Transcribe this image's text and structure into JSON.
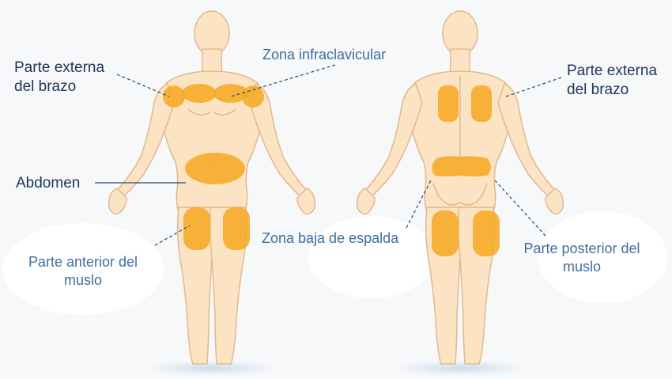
{
  "colors": {
    "background": "#f6f8fa",
    "skin": "#fbe3c4",
    "skin_outline": "#e2b98c",
    "zone": "#f6a821",
    "label_dark": "#1d3557",
    "label_blue": "#3f6e9e",
    "leader": "#2c4a6e"
  },
  "figures": {
    "front": {
      "view": "front",
      "icon": "female-body-front-icon"
    },
    "back": {
      "view": "back",
      "icon": "female-body-back-icon"
    }
  },
  "labels": {
    "front_arm": {
      "line1": "Parte externa",
      "line2": "del brazo"
    },
    "infraclavicular": "Zona infraclavicular",
    "abdomen": "Abdomen",
    "front_thigh": {
      "line1": "Parte anterior del",
      "line2": "muslo"
    },
    "back_arm": {
      "line1": "Parte externa",
      "line2": "del brazo"
    },
    "lower_back": "Zona baja de espalda",
    "back_thigh": {
      "line1": "Parte posterior del",
      "line2": "muslo"
    }
  }
}
